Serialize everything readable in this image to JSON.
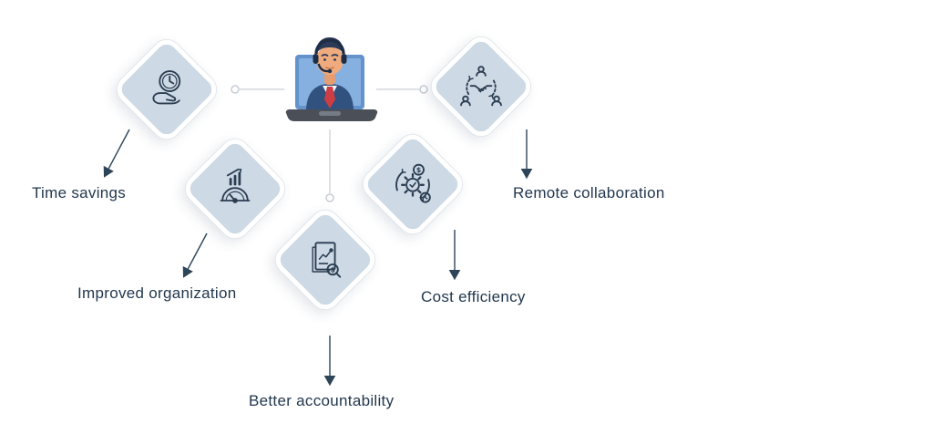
{
  "colors": {
    "diamond_fill": "#cdd9e4",
    "diamond_border": "#ffffff",
    "label_text": "#22374e",
    "icon_stroke": "#2b3d52",
    "arrow": "#2e4457",
    "connector": "#d3d8de",
    "suit_blue": "#31517e",
    "tie_red": "#cf3d44",
    "screen_blue": "#6493cc"
  },
  "illustration": {
    "name": "virtual-assistant-on-laptop"
  },
  "items": [
    {
      "id": "time-savings",
      "label": "Time savings",
      "icon": "clock-in-hand-icon"
    },
    {
      "id": "remote-collaboration",
      "label": "Remote collaboration",
      "icon": "handshake-network-icon"
    },
    {
      "id": "improved-organization",
      "label": "Improved organization",
      "icon": "growth-gauge-icon"
    },
    {
      "id": "cost-efficiency",
      "label": "Cost efficiency",
      "icon": "cost-gear-clock-icon"
    },
    {
      "id": "better-accountability",
      "label": "Better accountability",
      "icon": "audit-report-icon"
    }
  ]
}
